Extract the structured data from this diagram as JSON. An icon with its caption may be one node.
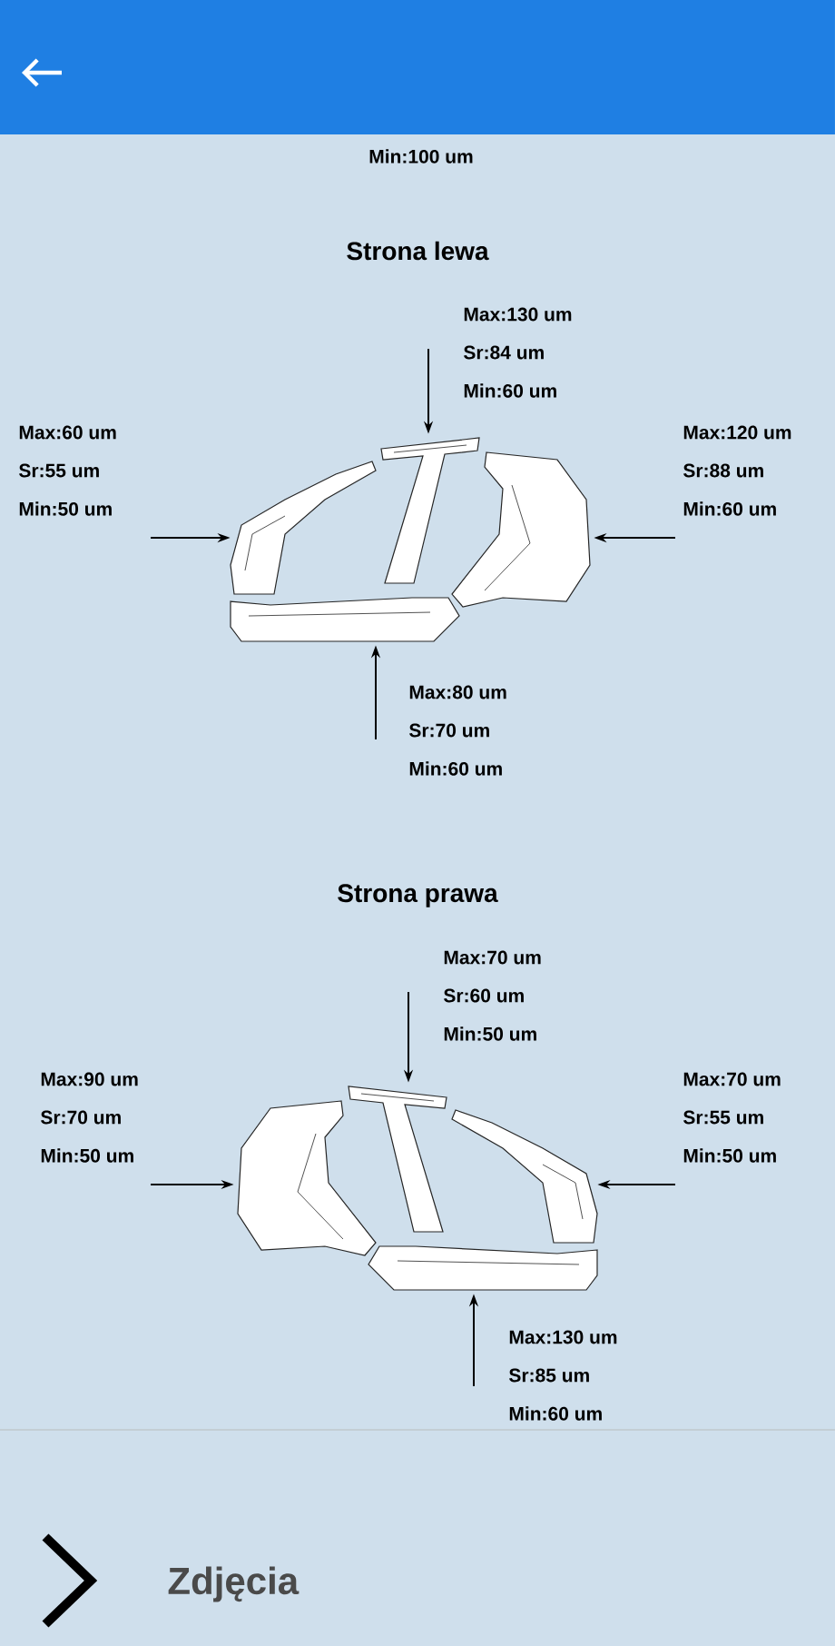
{
  "diagram": {
    "nodes": [
      {
        "text": [],
        "shape": "picture"
      },
      {
        "text": [],
        "shape": "picture"
      }
    ],
    "edges": [
      {
        "from": null,
        "to": 0,
        "arrow": "to"
      },
      {
        "from": null,
        "to": 0,
        "arrow": "to"
      },
      {
        "from": null,
        "to": 0,
        "arrow": "to"
      },
      {
        "from": null,
        "to": 0,
        "arrow": "to"
      },
      {
        "from": null,
        "to": 1,
        "arrow": "to"
      },
      {
        "from": null,
        "to": 1,
        "arrow": "to"
      },
      {
        "from": null,
        "to": 1,
        "arrow": "to"
      },
      {
        "from": null,
        "to": 1,
        "arrow": "to"
      }
    ],
    "labels": [
      "Min:100 um",
      "Strona lewa",
      "Max:130 um",
      "Sr:84 um",
      "Min:60 um",
      "Max:60 um",
      "Sr:55 um",
      "Min:50 um",
      "Max:120 um",
      "Sr:88 um",
      "Min:60 um",
      "Max:80 um",
      "Sr:70 um",
      "Min:60 um",
      "Strona prawa",
      "Max:70 um",
      "Sr:60 um",
      "Min:50 um",
      "Max:90 um",
      "Sr:70 um",
      "Min:50 um",
      "Max:70 um",
      "Sr:55 um",
      "Min:50 um",
      "Max:130 um",
      "Sr:85 um",
      "Min:60 um",
      "Zdjęcia"
    ]
  }
}
